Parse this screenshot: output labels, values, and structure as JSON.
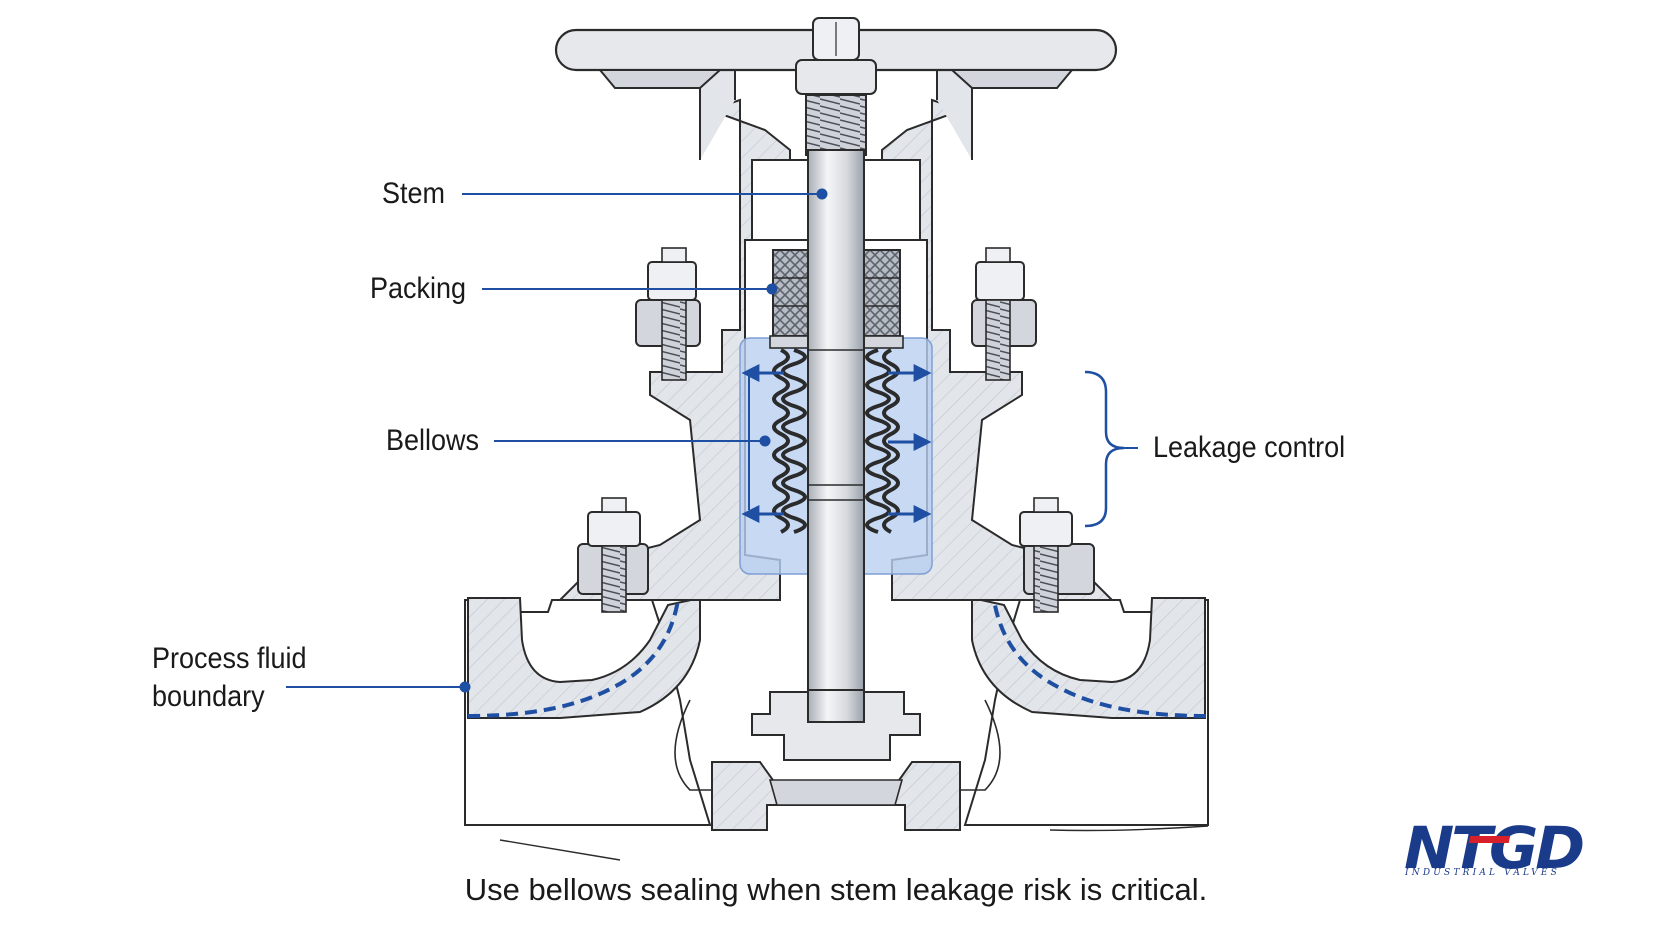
{
  "diagram": {
    "labels": {
      "stem": "Stem",
      "packing": "Packing",
      "bellows": "Bellows",
      "leakage_control": "Leakage control",
      "process_fluid_line1": "Process fluid",
      "process_fluid_line2": "boundary"
    },
    "caption": "Use bellows sealing when stem leakage risk is critical."
  },
  "logo": {
    "brand": "NTGD",
    "subtitle": "INDUSTRIAL VALVES"
  },
  "colors": {
    "accent": "#1f4fa3",
    "bellows_zone": "#b9cff0",
    "metal_light": "#eef0f3",
    "metal_mid": "#d3d7dd",
    "metal_dark": "#9aa1ab",
    "outline": "#2b2b2b",
    "logo_blue": "#1a3a8a",
    "logo_red": "#d8202a"
  }
}
